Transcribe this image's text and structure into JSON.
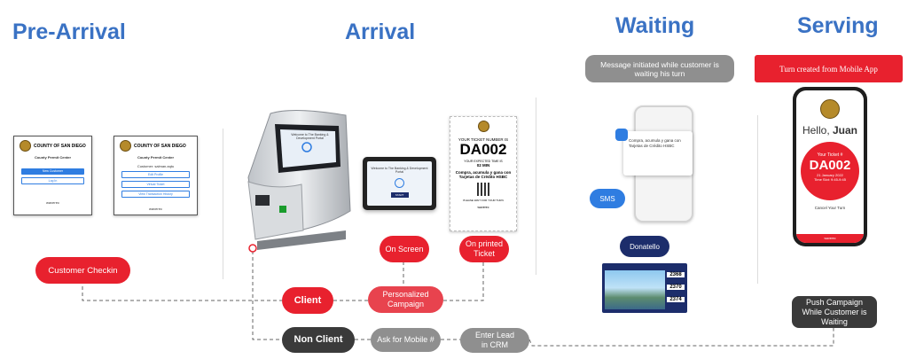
{
  "stages": {
    "pre_arrival": "Pre-Arrival",
    "arrival": "Arrival",
    "waiting": "Waiting",
    "serving": "Serving"
  },
  "pre_arrival": {
    "card1": {
      "org": "COUNTY OF SAN DIEGO",
      "subtitle": "County Permit Center",
      "buttons": [
        "New Customer",
        "Log In"
      ],
      "footer": "waverec"
    },
    "card2": {
      "org": "COUNTY OF SAN DIEGO",
      "subtitle": "County Permit Center",
      "greeting": "Customer: salman.aqtu",
      "buttons": [
        "Edit Profile",
        "Virtual Ticket",
        "View Transaction History"
      ],
      "footer": "waverec"
    },
    "checkin_label": "Customer Checkin"
  },
  "arrival": {
    "kiosk_screen_text": "Welcome to The Banking & Development Portal",
    "kiosk_screen_button": "START",
    "tablet_screen_text": "Welcome to The Banking & Development Portal",
    "ticket": {
      "heading": "YOUR TICKET NUMBER IS",
      "number": "DA002",
      "wait_label": "YOUR EXPECTED TIME IS",
      "wait_value": "02 MIN",
      "promo": "Compra, acumula y gana con Tarjetas de Crédito HSBC",
      "scan_label": "PLEASE WAIT FOR YOUR TURN",
      "footer": "waverec"
    },
    "on_screen": "On Screen",
    "on_printed_ticket": "On printed Ticket",
    "client": "Client",
    "non_client": "Non Client",
    "personalized_campaign": "Personalized Campaign",
    "ask_mobile": "Ask for Mobile #",
    "enter_lead": "Enter Lead in CRM"
  },
  "waiting": {
    "message_banner": "Message initiated while customer is waiting his turn",
    "sms_badge": "SMS",
    "phone_message": "Compra, acumula y gana con Tarjetas de Crédito HSBC",
    "donatello": "Donatello",
    "display_numbers": [
      "2368",
      "2370",
      "2374"
    ]
  },
  "serving": {
    "banner": "Turn created from Mobile App",
    "hello": "Hello,",
    "name": "Juan",
    "ticket_label": "Your Ticket #",
    "ticket_number": "DA002",
    "date": "21 January 2022",
    "time_slot": "Time Slot: 9:45-9:45",
    "cancel_label": "Cancel Your Turn",
    "footer": "waverec",
    "push_campaign": "Push Campaign While Customer is Waiting"
  },
  "colors": {
    "stage_title": "#3a72c4",
    "accent_red": "#e8212e",
    "gray_pill": "#8f8f8f",
    "dark_pill": "#3a3a3a",
    "sms_blue": "#2f7de1",
    "donatello_navy": "#1c2d6b"
  }
}
